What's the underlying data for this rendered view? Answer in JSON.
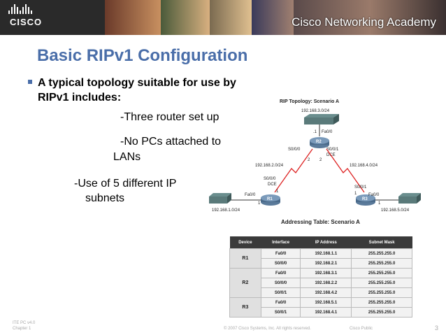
{
  "banner": {
    "brand": "CISCO",
    "academy": "Cisco Networking Academy"
  },
  "slide": {
    "title": "Basic RIPv1 Configuration",
    "bullet": "A typical topology suitable for use by RIPv1 includes:",
    "items": [
      "-Three router set up",
      "-No PCs attached to",
      "LANs",
      "-Use of 5 different IP",
      "subnets"
    ]
  },
  "topology": {
    "title": "RIP Topology: Scenario A",
    "r2_lan": "192.168.3.0/24",
    "r1_lan": "192.168.1.0/24",
    "r3_lan": "192.168.5.0/24",
    "link_r1_r2": "192.168.2.0/24",
    "link_r2_r3": "192.168.4.0/24",
    "routers": [
      "R1",
      "R2",
      "R3"
    ],
    "r2_fa": "Fa0/0",
    "r2_fa_host": ".1",
    "r2_s000": "S0/0/0",
    "r2_s001": "S0/0/1",
    "r2_dce": "DCE",
    "r2_h1": "2",
    "r2_h2": "2",
    "r1_s000": "S0/0/0",
    "r1_dce": "DCE",
    "r1_fa": "Fa0/0",
    "r1_h1": "1",
    "r1_h2": "1",
    "r3_s001": "S0/0/1",
    "r3_fa": "Fa0/0",
    "r3_h1": "1",
    "r3_h2": "1"
  },
  "table": {
    "title": "Addressing Table: Scenario A",
    "headers": [
      "Device",
      "Interface",
      "IP Address",
      "Subnet Mask"
    ],
    "rows": [
      [
        "R1",
        "Fa0/0",
        "192.168.1.1",
        "255.255.255.0"
      ],
      [
        "",
        "S0/0/0",
        "192.168.2.1",
        "255.255.255.0"
      ],
      [
        "R2",
        "Fa0/0",
        "192.168.3.1",
        "255.255.255.0"
      ],
      [
        "",
        "S0/0/0",
        "192.168.2.2",
        "255.255.255.0"
      ],
      [
        "",
        "S0/0/1",
        "192.168.4.2",
        "255.255.255.0"
      ],
      [
        "R3",
        "Fa0/0",
        "192.168.5.1",
        "255.255.255.0"
      ],
      [
        "",
        "S0/0/1",
        "192.168.4.1",
        "255.255.255.0"
      ]
    ]
  },
  "footer": {
    "course": "ITE PC v4.0",
    "chapter": "Chapter 1",
    "copyright": "© 2007 Cisco Systems, Inc. All rights reserved.",
    "public": "Cisco Public",
    "page": "3"
  }
}
